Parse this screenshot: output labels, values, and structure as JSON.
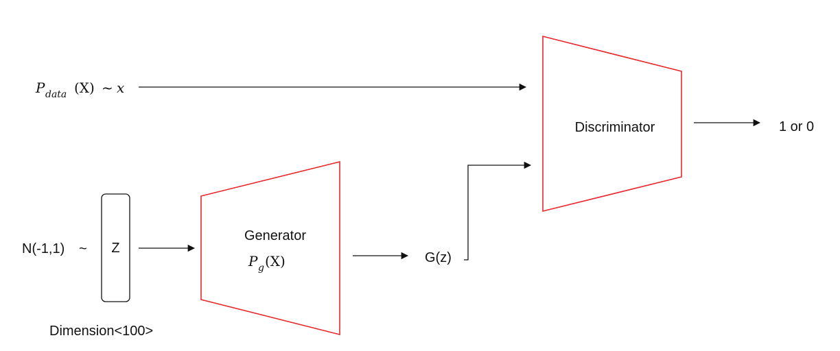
{
  "colors": {
    "block_outline": "#e8262b",
    "line": "#111111"
  },
  "real_data": {
    "symbol": "P",
    "subscript": "data",
    "argument": "(X)",
    "tilde": "~",
    "variable": "x"
  },
  "noise": {
    "distribution_label": "N(-1,1)",
    "tilde": "~",
    "vector_label": "Z",
    "dimension_label": "Dimension<100>"
  },
  "generator": {
    "label": "Generator",
    "dist_symbol": "P",
    "dist_subscript": "g",
    "dist_argument": "(X)"
  },
  "generator_output": {
    "label": "G(z)"
  },
  "discriminator": {
    "label": "Discriminator"
  },
  "output": {
    "label": "1 or 0"
  }
}
